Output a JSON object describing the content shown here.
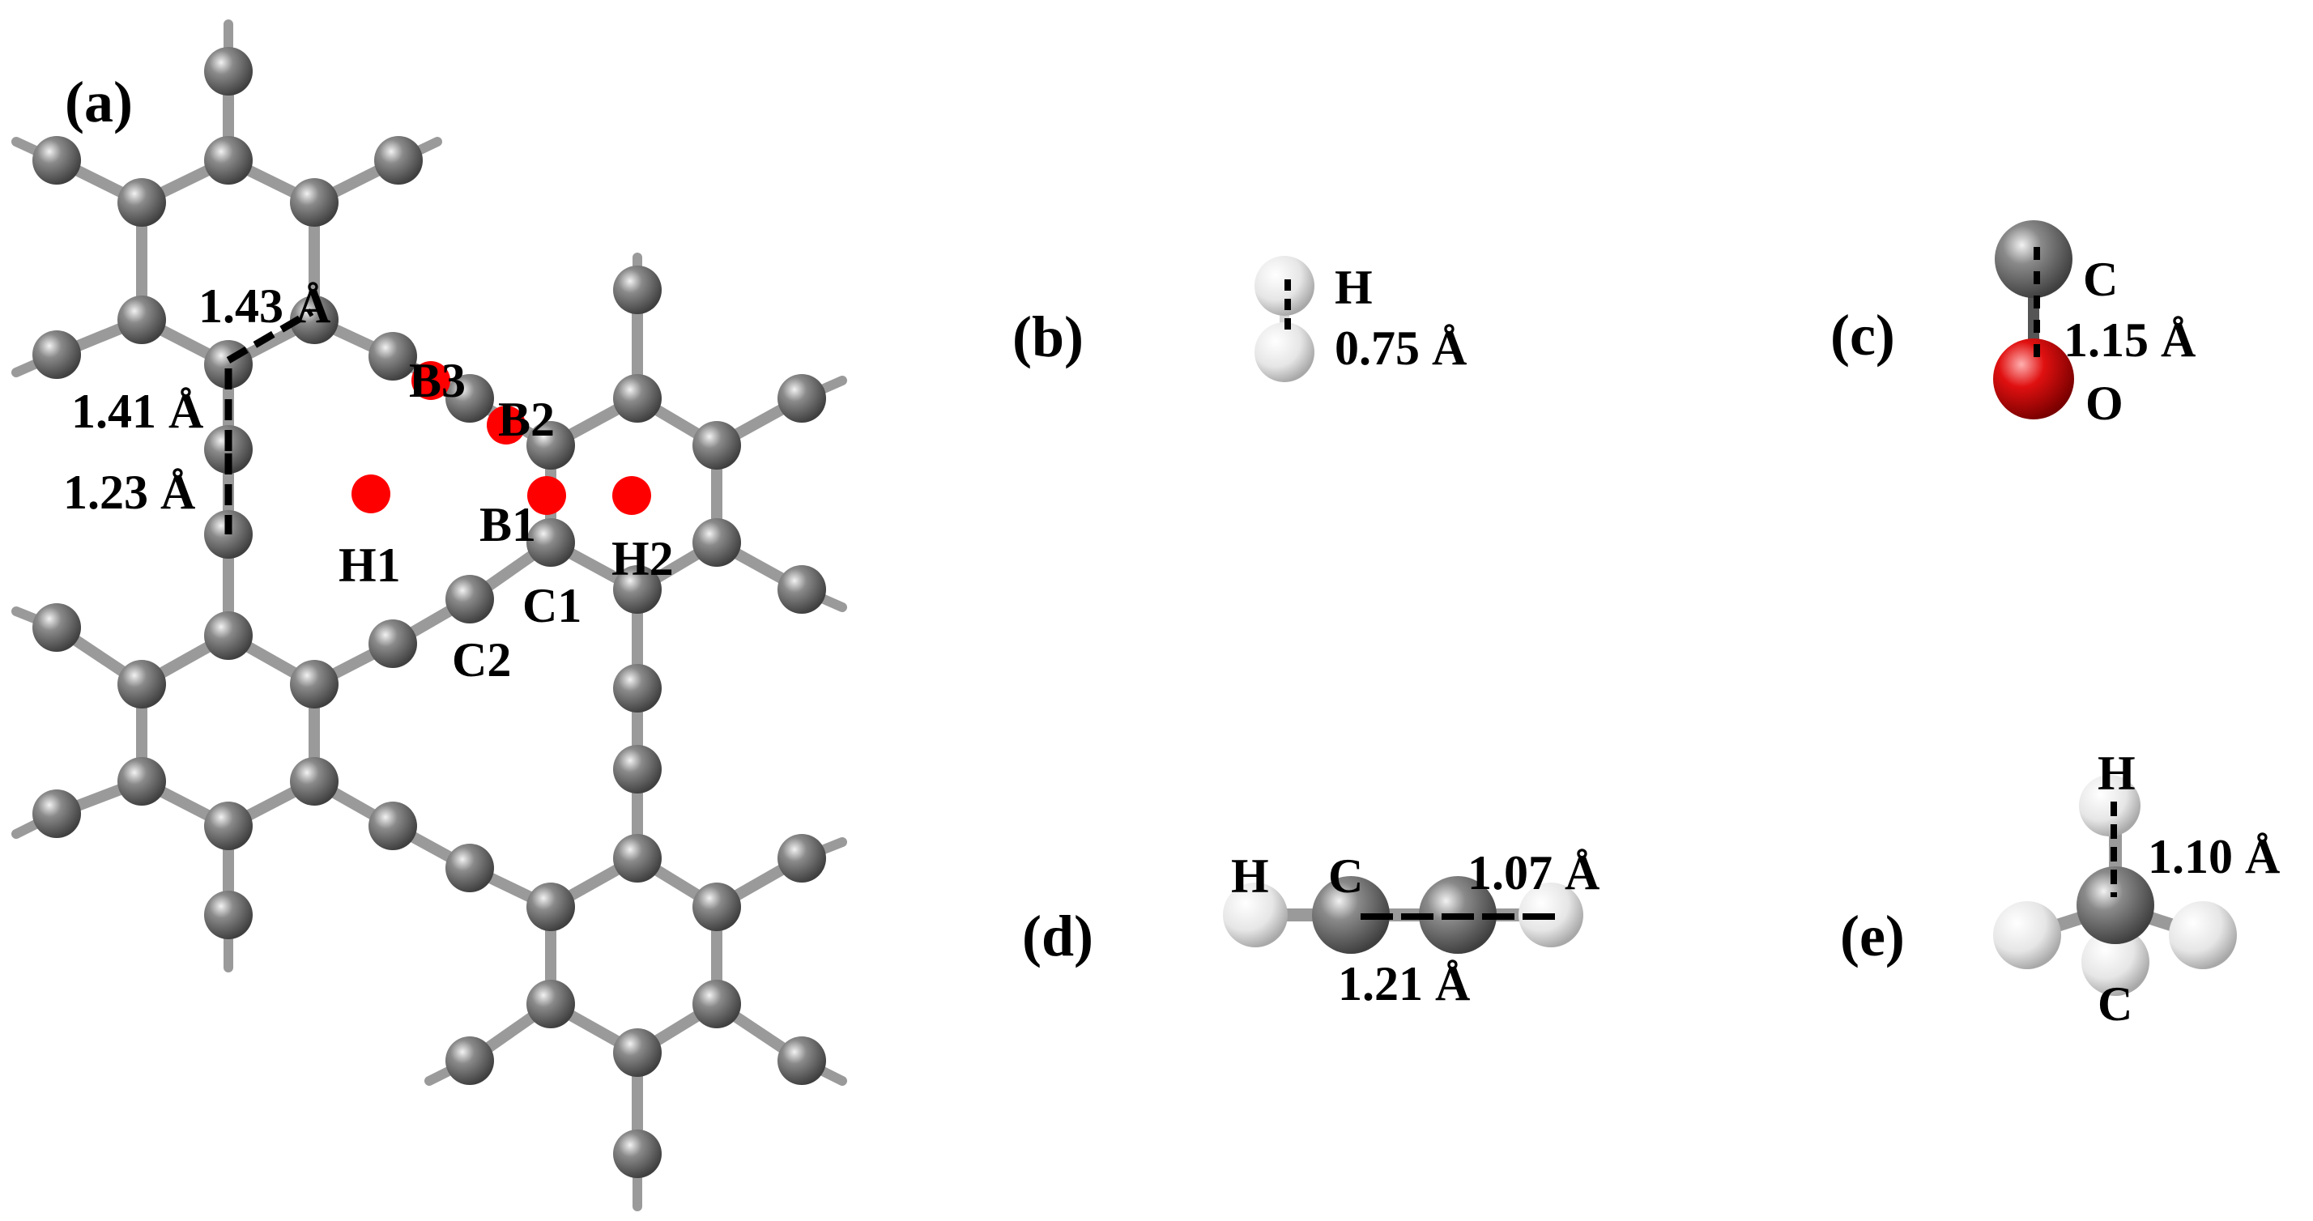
{
  "colors": {
    "carbon": "#6f6f6f",
    "hydrogen": "#e8e8e8",
    "oxygen": "#e01010",
    "site_marker": "#ff0000",
    "bond": "#9a9a9a",
    "measure_line": "#000000"
  },
  "panels": {
    "a": {
      "label": "(a)",
      "site_labels": {
        "h1": "H1",
        "h2": "H2",
        "b1": "B1",
        "b2": "B2",
        "b3": "B3"
      },
      "atom_labels": {
        "c1": "C1",
        "c2": "C2"
      },
      "distances": {
        "d1": "1.43 Å",
        "d2": "1.41 Å",
        "d3": "1.23 Å"
      }
    },
    "b": {
      "label": "(b)",
      "atom_h": "H",
      "distance": "0.75 Å"
    },
    "c": {
      "label": "(c)",
      "atom_c": "C",
      "atom_o": "O",
      "distance": "1.15 Å"
    },
    "d": {
      "label": "(d)",
      "atom_h": "H",
      "atom_c": "C",
      "distance_ch": "1.07 Å",
      "distance_cc": "1.21 Å"
    },
    "e": {
      "label": "(e)",
      "atom_h": "H",
      "atom_c": "C",
      "distance": "1.10 Å"
    }
  }
}
